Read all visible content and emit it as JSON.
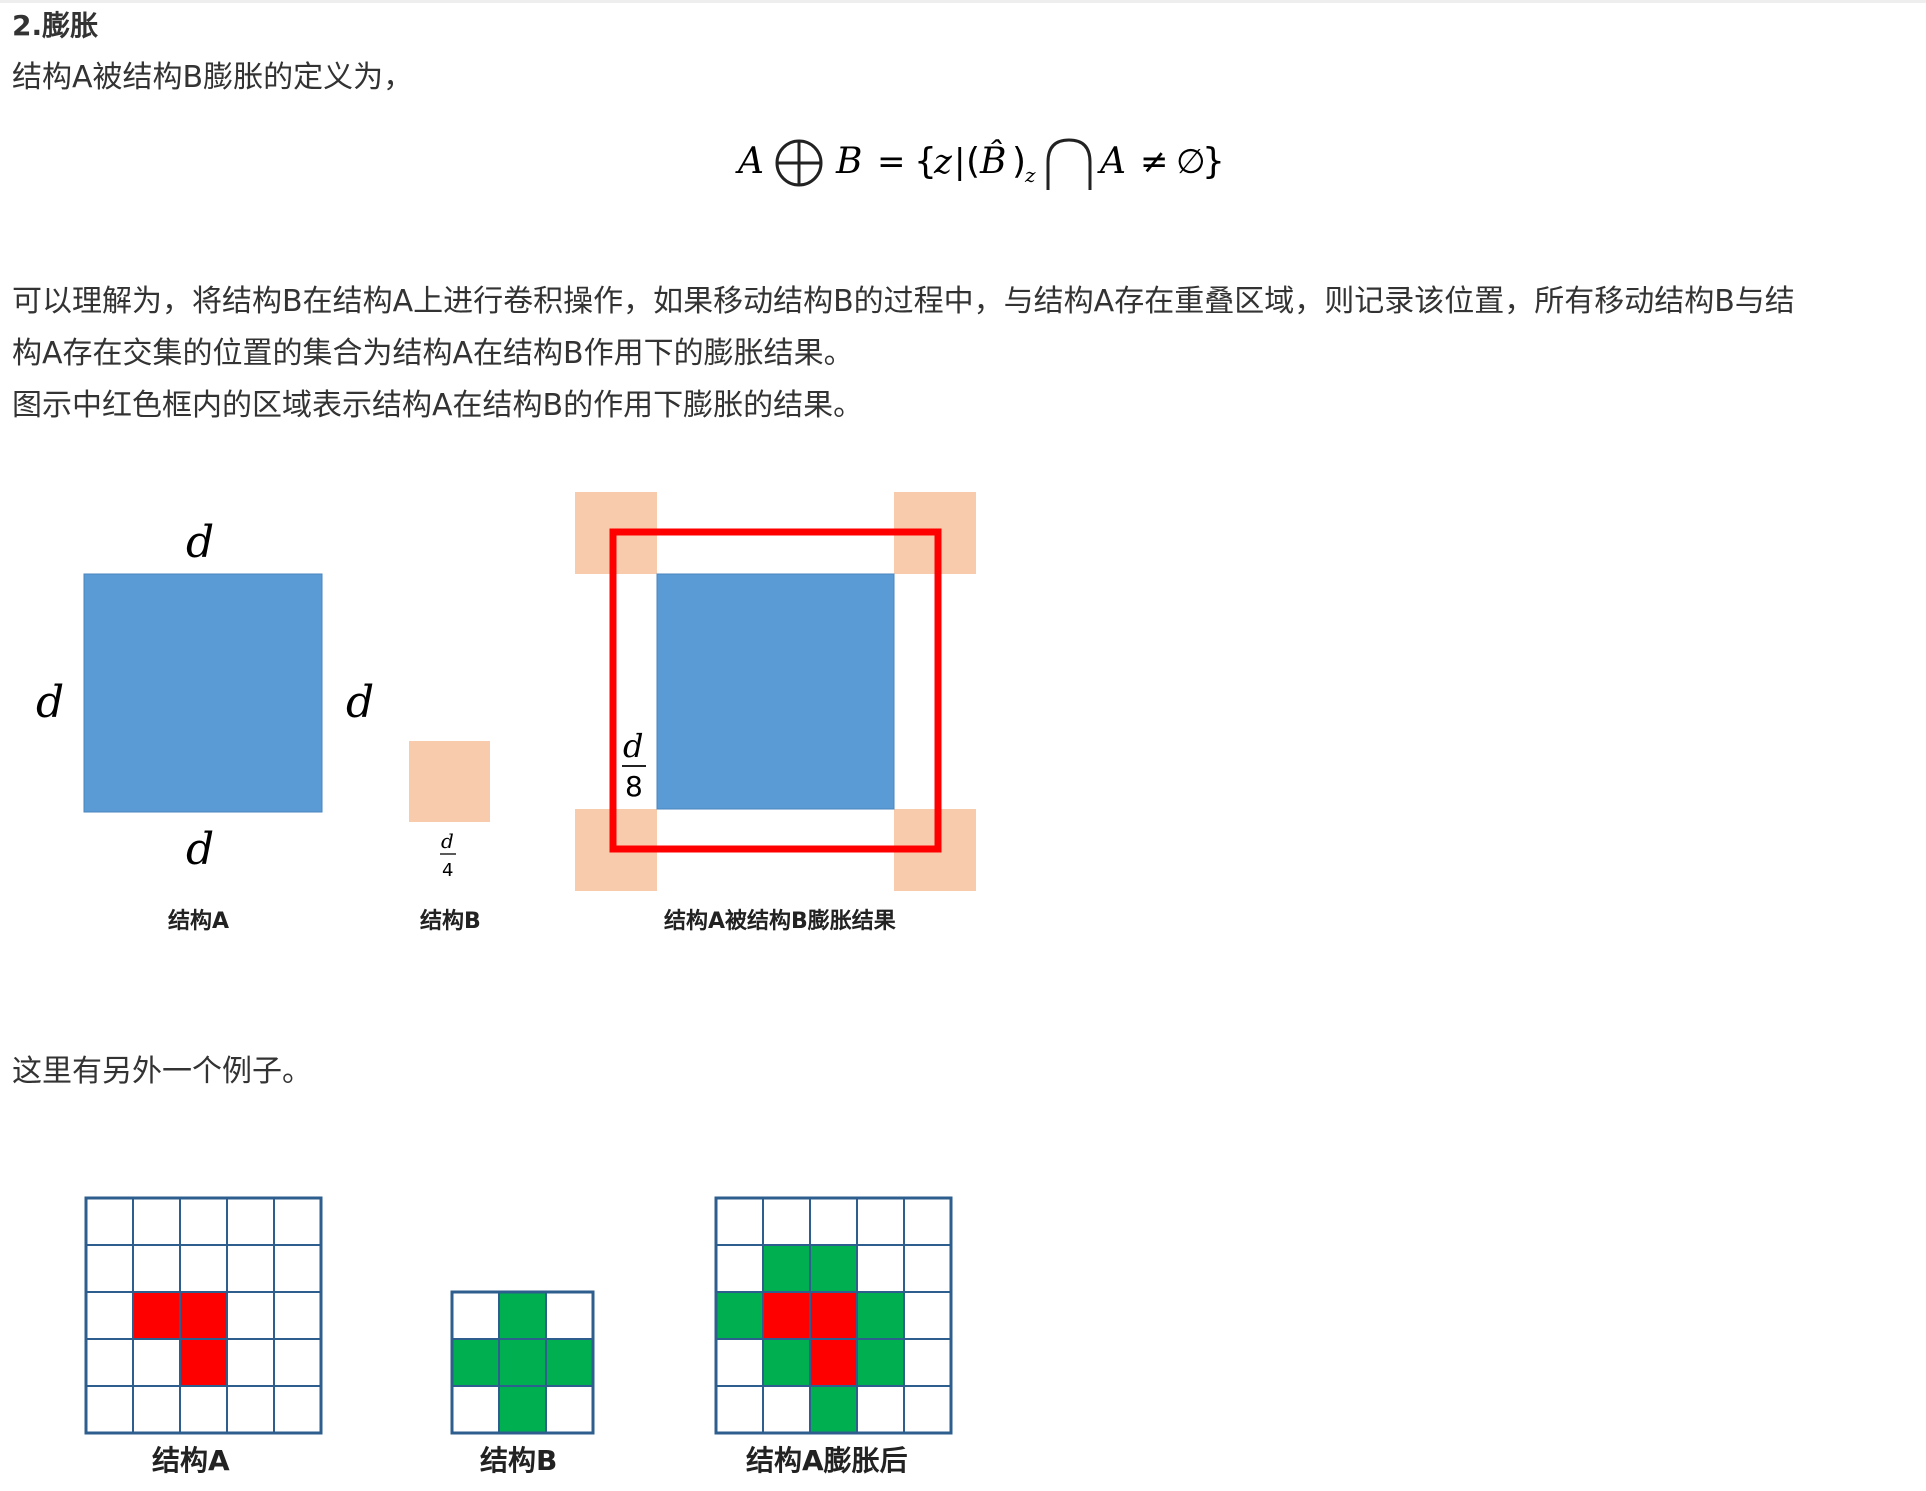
{
  "section": {
    "heading": "2.膨胀",
    "intro": "结构A被结构B膨胀的定义为，"
  },
  "formula": {
    "A": "A",
    "oplus": "⨁",
    "B": "B",
    "eq": "=",
    "open_brace": "{",
    "z": "z",
    "bar": "|",
    "lparen": "(",
    "Bhat": "B̂",
    "rparen": ")",
    "sub_z": "z",
    "cap": "⋂",
    "A2": "A",
    "neq": "≠",
    "empty": "∅",
    "close_brace": "}"
  },
  "paragraphs": {
    "explain_line1": "可以理解为，将结构B在结构A上进行卷积操作，如果移动结构B的过程中，与结构A存在重叠区域，则记录该位置，所有移动结构B与结",
    "explain_line2": "构A存在交集的位置的集合为结构A在结构B作用下的膨胀结果。",
    "explain_line3": "图示中红色框内的区域表示结构A在结构B的作用下膨胀的结果。",
    "another_example": "这里有另外一个例子。"
  },
  "figure1": {
    "label_d": "d",
    "label_d_frac_num": "d",
    "label_d_frac_den4": "4",
    "label_d_frac_den8": "8",
    "caption_a": "结构A",
    "caption_b": "结构B",
    "caption_result": "结构A被结构B膨胀结果",
    "colors": {
      "blue": "#5b9bd5",
      "peach": "#f8cbad",
      "red": "#ff0000"
    }
  },
  "figure2": {
    "caption_a": "结构A",
    "caption_b": "结构B",
    "caption_result": "结构A膨胀后",
    "grid_a": [
      [
        0,
        0,
        0,
        0,
        0
      ],
      [
        0,
        0,
        0,
        0,
        0
      ],
      [
        0,
        1,
        1,
        0,
        0
      ],
      [
        0,
        0,
        1,
        0,
        0
      ],
      [
        0,
        0,
        0,
        0,
        0
      ]
    ],
    "grid_b": [
      [
        0,
        2,
        0
      ],
      [
        2,
        2,
        2
      ],
      [
        0,
        2,
        0
      ]
    ],
    "grid_result": [
      [
        0,
        0,
        0,
        0,
        0
      ],
      [
        0,
        2,
        2,
        0,
        0
      ],
      [
        2,
        1,
        1,
        2,
        0
      ],
      [
        0,
        2,
        1,
        2,
        0
      ],
      [
        0,
        0,
        2,
        0,
        0
      ]
    ],
    "cell_states": {
      "0": "empty",
      "1": "structure-a",
      "2": "dilation"
    },
    "colors": {
      "border": "#2e5e8e",
      "red": "#ff0000",
      "green": "#00b050",
      "empty": "#ffffff"
    }
  }
}
